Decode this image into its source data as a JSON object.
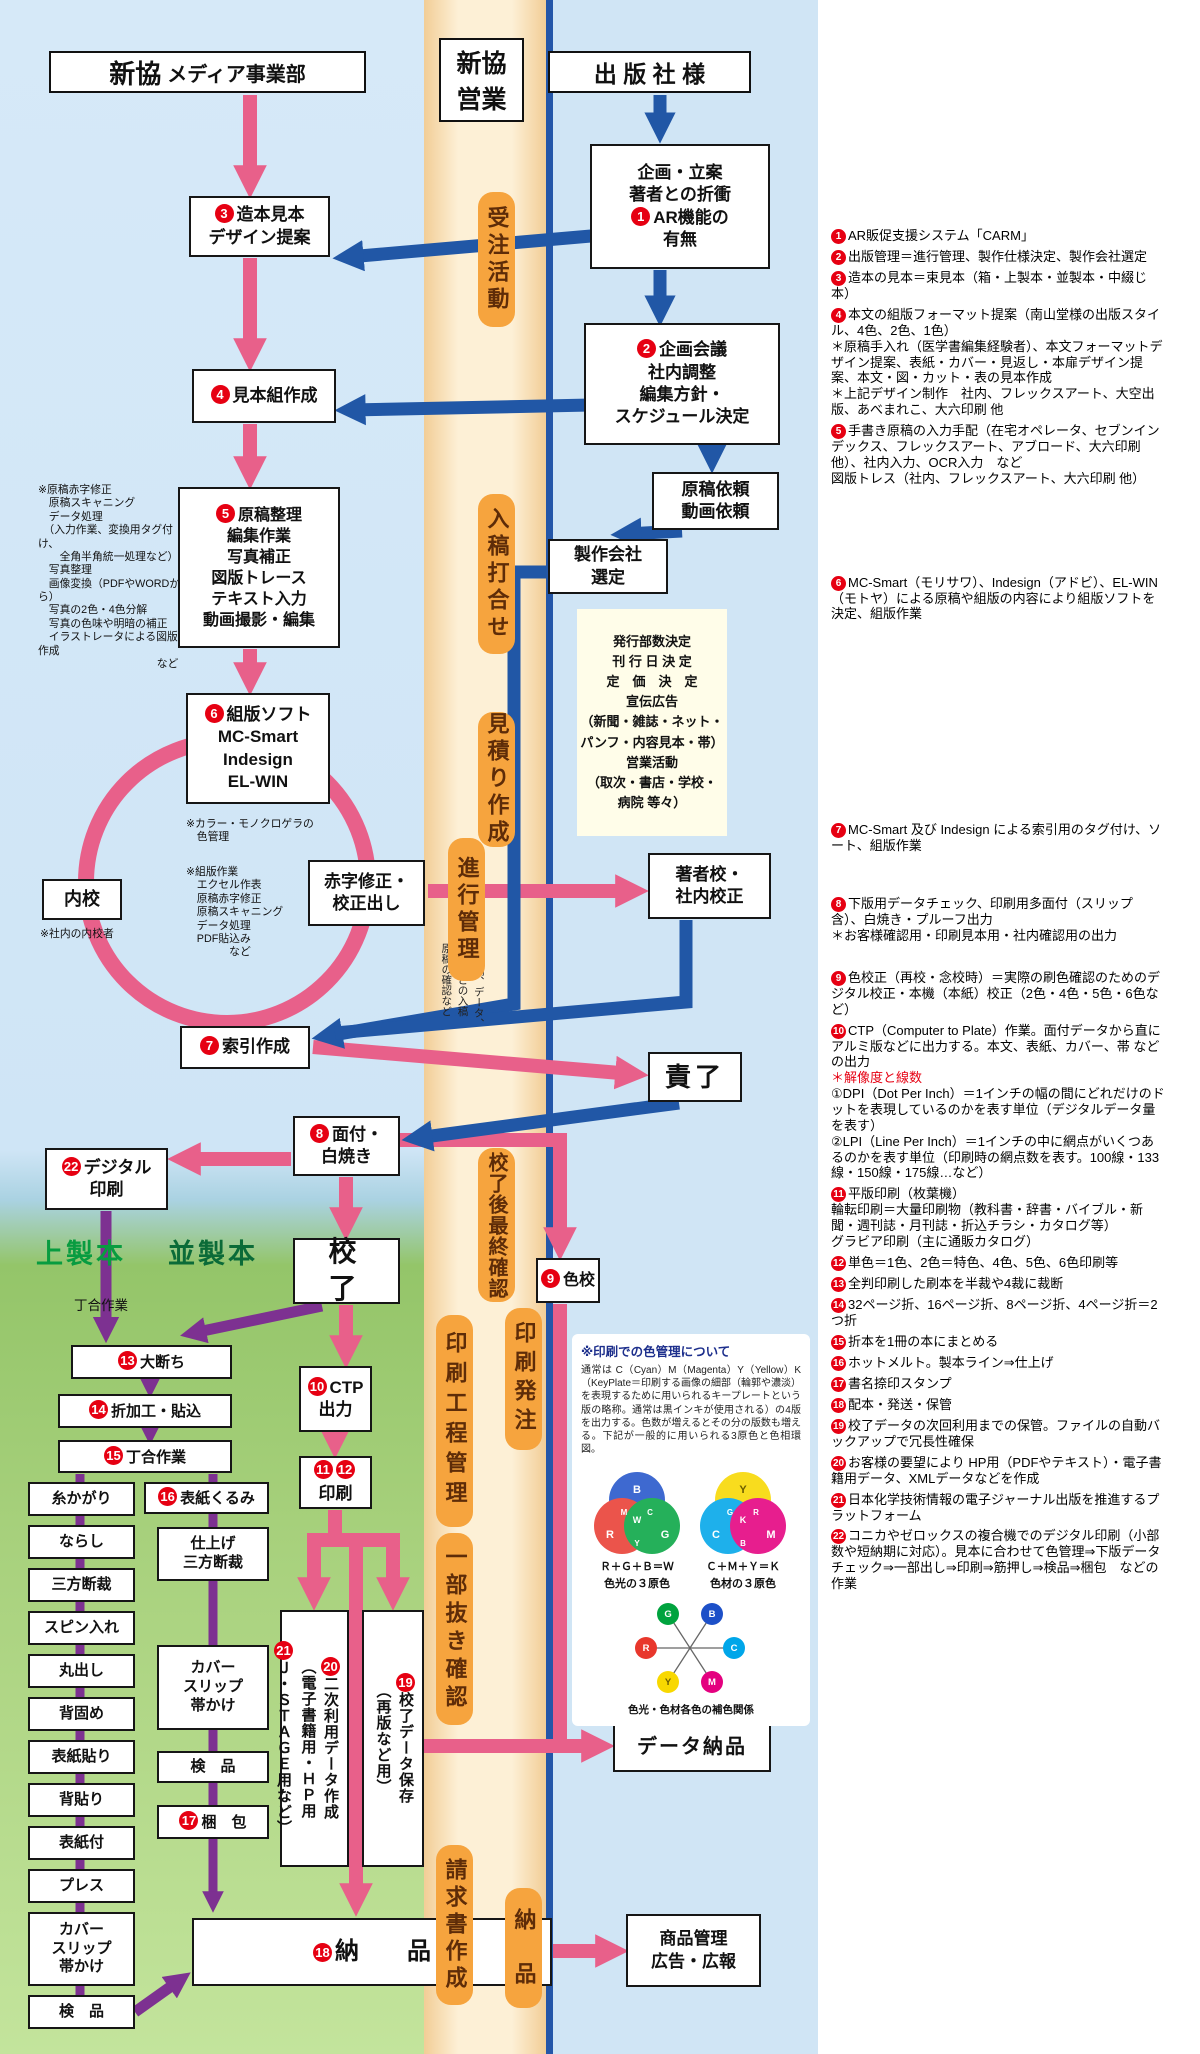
{
  "colors": {
    "pink": "#e8608a",
    "blue": "#2157a6",
    "purple": "#7d3191",
    "band_label": "#f6a43e",
    "red_num": "#e60012",
    "green": "#089c40"
  },
  "headers": {
    "media_strong": "新協",
    "media_rest": "メディア事業部",
    "sales": "新協\n営業",
    "publisher": "出 版 社 様"
  },
  "band": {
    "labels": {
      "juchu": "受注活動",
      "nyuko": "入稿打合せ",
      "mitsumori": "見積り作成",
      "shinko": "進行管理",
      "saishu": "校了後最終確認",
      "kotei": "印刷工程管理",
      "hachu": "印刷発注",
      "ichibu": "一部抜き確認",
      "seikyu": "請求書作成",
      "nohin": "納　品"
    },
    "note": "※原稿、データ、\n写真などの入稿\n原稿の確認など"
  },
  "flow": {
    "design": {
      "num": "3",
      "text": "造本見本\nデザイン提案"
    },
    "mihon": {
      "num": "4",
      "text": "見本組作成"
    },
    "seiri": {
      "num": "5",
      "text": "原稿整理\n編集作業\n写真補正\n図版トレース\nテキスト入力\n動画撮影・編集"
    },
    "kumihan": {
      "num": "6",
      "text": "組版ソフト\nMC-Smart\nIndesign\nEL-WIN"
    },
    "naiko": "内校",
    "akaji": "赤字修正・\n校正出し",
    "sakuin": {
      "num": "7",
      "text": "索引作成"
    },
    "mentsuke": {
      "num": "8",
      "text": "面付・\n白焼き"
    },
    "digital": {
      "num": "22",
      "text": "デジタル\n印刷"
    },
    "koryo": "校　了",
    "shikiko": {
      "num": "9",
      "text": "色校"
    },
    "ctp": {
      "num": "10",
      "text": "CTP\n出力"
    },
    "insatsu": {
      "num1": "11",
      "num2": "12",
      "text": "印刷"
    },
    "obreak": {
      "num": "13",
      "text": "大断ち"
    },
    "ori": {
      "num": "14",
      "text": "折加工・貼込"
    },
    "chogo": {
      "num": "15",
      "text": "丁合作業"
    },
    "left_col": [
      "糸かがり",
      "ならし",
      "三方断裁",
      "スピン入れ",
      "丸出し",
      "背固め",
      "表紙貼り",
      "背貼り",
      "表紙付",
      "プレス",
      "カバー\nスリップ\n帯かけ",
      "検　品"
    ],
    "right_col": [
      {
        "num": "16",
        "text": "表紙くるみ"
      },
      {
        "num": "",
        "text": "仕上げ\n三方断裁"
      },
      {
        "num": "",
        "text": "カバー\nスリップ\n帯かけ"
      },
      {
        "num": "",
        "text": "検　品"
      },
      {
        "num": "17",
        "text": "梱　包"
      }
    ],
    "niji": {
      "num1": "20",
      "l1": "二次利用データ作成",
      "l2": "（電子書籍用・ＨＰ用",
      "num2": "21",
      "l3": "Ｊ・ＳＴＡＧＥ用など）"
    },
    "hozon": {
      "num": "19",
      "l1": "校了データ保存",
      "l2": "（再版など用）"
    },
    "nohin": {
      "num": "18",
      "text": "納　　品"
    }
  },
  "right_flow": {
    "kikaku": {
      "pre": "企画・立案\n著者との折衝",
      "num": "1",
      "l1": "AR機能の",
      "l2": "有無"
    },
    "kaigi": {
      "num": "2",
      "text": "企画会議\n社内調整\n編集方針・\nスケジュール決定"
    },
    "irai": "原稿依頼\n動画依頼",
    "seisaku": "製作会社\n選定",
    "hakko": "発行部数決定\n刊 行 日 決 定\n定　価　決　定\n宣伝広告\n（新聞・雑誌・ネット・\nパンフ・内容見本・帯）\n営業活動\n（取次・書店・学校・\n病院 等々）",
    "chosha": "著者校・\n社内校正",
    "seryo": "責了",
    "data_nohin": "データ納品",
    "shohin": "商品管理\n広告・広報"
  },
  "green": {
    "jo": "上製本",
    "nami": "並製本",
    "chogo": "丁合作業"
  },
  "ann": {
    "a1": "※原稿赤字修正\n　原稿スキャニング\n　データ処理\n　（入力作業、変換用タグ付け、\n　　全角半角統一処理など）\n　写真整理\n　画像変換（PDFやWORDから）\n　写真の2色・4色分解\n　写真の色味や明暗の補正\n　イラストレータによる図版作成\n　　　　　　　　　　　など",
    "a2": "※カラー・モノクロゲラの\n　色管理",
    "a3": "※組版作業\n　エクセル作表\n　原稿赤字修正\n　原稿スキャニング\n　データ処理\n　PDF貼込み\n　　　　など",
    "a4": "※社内の内校者"
  },
  "color_mgmt": {
    "title": "※印刷での色管理について",
    "body": "通常は C（Cyan）M（Magenta）Y（Yellow）K（KeyPlate＝印刷する画像の細部（輪郭や濃淡）を表現するために用いられるキープレートという版の略称。通常は黒インキが使用される）の4版を出力する。色数が増えるとその分の版数も増える。下記が一般的に用いられる3原色と色相環図。",
    "light_formula": "Ｒ＋Ｇ＋Ｂ＝Ｗ",
    "light_caption": "色光の３原色",
    "material_formula": "Ｃ＋Ｍ＋Ｙ＝Ｋ",
    "material_caption": "色材の３原色",
    "wheel_caption": "色光・色材各色の補色関係",
    "letters": {
      "r": "R",
      "g": "G",
      "b": "B",
      "c": "C",
      "m": "M",
      "y": "Y",
      "w": "W",
      "k": "K"
    }
  },
  "notes": {
    "items": [
      {
        "num": "1",
        "text": "AR販促支援システム「CARM」"
      },
      {
        "num": "2",
        "text": "出版管理＝進行管理、製作仕様決定、製作会社選定"
      },
      {
        "num": "3",
        "text": "造本の見本＝束見本（箱・上製本・並製本・中綴じ本）"
      },
      {
        "num": "4",
        "text": "本文の組版フォーマット提案（南山堂様の出版スタイル、4色、2色、1色）\n＊原稿手入れ（医学書編集経験者）、本文フォーマットデザイン提案、表紙・カバー・見返し・本扉デザイン提案、本文・図・カット・表の見本作成\n＊上記デザイン制作　社内、フレックスアート、大空出版、あべまれこ、大六印刷 他"
      },
      {
        "num": "5",
        "text": "手書き原稿の入力手配（在宅オペレータ、セブンインデックス、フレックスアート、アブロード、大六印刷 他）、社内入力、OCR入力　など\n図版トレス（社内、フレックスアート、大六印刷 他）"
      },
      {
        "num": "6",
        "text": "MC-Smart（モリサワ）、Indesign（アドビ）、EL-WIN（モトヤ）による原稿や組版の内容により組版ソフトを決定、組版作業"
      },
      {
        "num": "7",
        "text": "MC-Smart 及び Indesign による索引用のタグ付け、ソート、組版作業"
      },
      {
        "num": "8",
        "text": "下版用データチェック、印刷用多面付（スリップ含）、白焼き・プルーフ出力\n＊お客様確認用・印刷見本用・社内確認用の出力"
      },
      {
        "num": "9",
        "text": "色校正（再校・念校時）＝実際の刷色確認のためのデジタル校正・本機（本紙）校正（2色・4色・5色・6色など）"
      },
      {
        "num": "10",
        "t1": "CTP（Computer to Plate）作業。面付データから直にアルミ版などに出力する。本文、表紙、カバー、帯 などの出力",
        "red": "＊解像度と線数",
        "t2": "①DPI（Dot Per Inch）＝1インチの幅の間にどれだけのドットを表現しているのかを表す単位（デジタルデータ量を表す）\n②LPI（Line Per Inch）＝1インチの中に網点がいくつあるのかを表す単位（印刷時の網点数を表す。100線・133線・150線・175線…など）"
      },
      {
        "num": "11",
        "text": "平版印刷（枚葉機）\n輪転印刷＝大量印刷物（教科書・辞書・バイブル・新聞・週刊誌・月刊誌・折込チラシ・カタログ等）\nグラビア印刷（主に通販カタログ）"
      },
      {
        "num": "12",
        "text": "単色＝1色、2色＝特色、4色、5色、6色印刷等"
      },
      {
        "num": "13",
        "text": "全判印刷した刷本を半裁や4裁に裁断"
      },
      {
        "num": "14",
        "text": "32ページ折、16ページ折、8ページ折、4ページ折＝2つ折"
      },
      {
        "num": "15",
        "text": "折本を1冊の本にまとめる"
      },
      {
        "num": "16",
        "text": "ホットメルト。製本ライン⇒仕上げ"
      },
      {
        "num": "17",
        "text": "書名捺印スタンプ"
      },
      {
        "num": "18",
        "text": "配本・発送・保管"
      },
      {
        "num": "19",
        "text": "校了データの次回利用までの保管。ファイルの自動バックアップで冗長性確保"
      },
      {
        "num": "20",
        "text": "お客様の要望により HP用（PDFやテキスト）・電子書籍用データ、XMLデータなどを作成"
      },
      {
        "num": "21",
        "text": "日本化学技術情報の電子ジャーナル出版を推進するプラットフォーム"
      },
      {
        "num": "22",
        "text": "コニカやゼロックスの複合機でのデジタル印刷（小部数や短納期に対応）。見本に合わせて色管理⇒下版データチェック⇒一部出し⇒印刷⇒筋押し⇒検品⇒梱包　などの作業"
      }
    ]
  }
}
